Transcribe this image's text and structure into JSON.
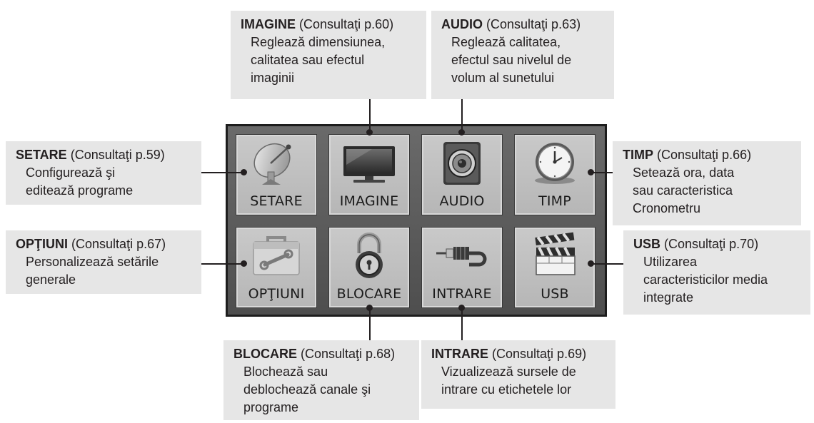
{
  "menu": {
    "items": [
      {
        "label": "SETARE",
        "icon": "satellite-dish-icon"
      },
      {
        "label": "IMAGINE",
        "icon": "tv-monitor-icon"
      },
      {
        "label": "AUDIO",
        "icon": "speaker-icon"
      },
      {
        "label": "TIMP",
        "icon": "clock-icon"
      },
      {
        "label": "OPŢIUNI",
        "icon": "toolbox-icon"
      },
      {
        "label": "BLOCARE",
        "icon": "padlock-icon"
      },
      {
        "label": "INTRARE",
        "icon": "av-cable-icon"
      },
      {
        "label": "USB",
        "icon": "clapperboard-icon"
      }
    ]
  },
  "callouts": {
    "imagine": {
      "name": "IMAGINE",
      "ref": "(Consultaţi p.60)",
      "desc": "Reglează dimensiunea,\ncalitatea sau efectul\nimaginii"
    },
    "audio": {
      "name": "AUDIO",
      "ref": "(Consultaţi p.63)",
      "desc": "Reglează calitatea,\nefectul sau nivelul de\nvolum al sunetului"
    },
    "setare": {
      "name": "SETARE",
      "ref": "(Consultaţi p.59)",
      "desc": "Configurează şi\neditează programe"
    },
    "timp": {
      "name": "TIMP",
      "ref": "(Consultaţi p.66)",
      "desc": "Setează ora, data\nsau caracteristica\nCronometru"
    },
    "optiuni": {
      "name": "OPŢIUNI",
      "ref": "(Consultaţi p.67)",
      "desc": "Personalizează setările\ngenerale"
    },
    "usb": {
      "name": "USB",
      "ref": "(Consultaţi p.70)",
      "desc": "Utilizarea\ncaracteristicilor media\nintegrate"
    },
    "blocare": {
      "name": "BLOCARE",
      "ref": "(Consultaţi p.68)",
      "desc": "Blochează sau\ndeblochează canale şi\nprograme"
    },
    "intrare": {
      "name": "INTRARE",
      "ref": "(Consultaţi p.69)",
      "desc": "Vizualizează sursele de\nintrare cu etichetele lor"
    }
  }
}
